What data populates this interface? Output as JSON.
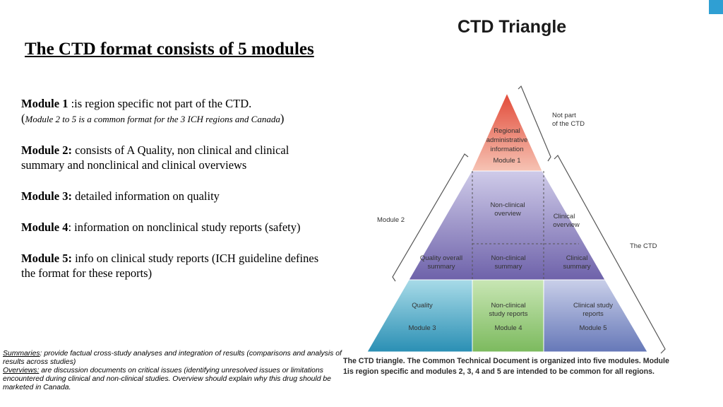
{
  "slide_title": "The CTD format consists of 5 modules",
  "modules": [
    {
      "label": "Module 1",
      "text": " :is region specific not part of the CTD."
    },
    {
      "note": "Module 2 to 5 is a common format for the 3 ICH regions and Canada"
    },
    {
      "label": "Module 2:",
      "text": " consists of  A Quality, non clinical and clinical",
      "text2": "summary and nonclinical and clinical overviews"
    },
    {
      "label": "Module 3:",
      "text": " detailed information on quality"
    },
    {
      "label": "Module 4",
      "text": ": information on nonclinical study reports (safety)"
    },
    {
      "label": "Module 5:",
      "text": " info on clinical study reports (ICH guideline defines",
      "text2": "the format for these reports)"
    }
  ],
  "footnotes": {
    "summaries_term": "Summaries",
    "summaries_text": ": provide factual cross-study analyses and integration of results (comparisons and analysis of results across studies)",
    "overviews_term": "Overviews:",
    "overviews_text": " are discussion documents on critical issues (identifying unresolved issues or limitations encountered during clinical and non-clinical studies. Overview should explain why this drug should be marketed in Canada."
  },
  "diagram": {
    "heading": "CTD Triangle",
    "regional": [
      "Regional",
      "administrative",
      "information",
      "Module 1"
    ],
    "not_part": [
      "Not part",
      "of the CTD"
    ],
    "module2_label": "Module 2",
    "the_ctd_label": "The CTD",
    "nc_overview": [
      "Non-clinical",
      "overview"
    ],
    "clin_overview": [
      "Clinical",
      "overview"
    ],
    "quality_summary": [
      "Quality overall",
      "summary"
    ],
    "nc_summary": [
      "Non-clinical",
      "summary"
    ],
    "clin_summary": [
      "Clinical",
      "summary"
    ],
    "quality": "Quality",
    "module3": "Module 3",
    "nc_reports": [
      "Non-clinical",
      "study reports"
    ],
    "module4": "Module 4",
    "clin_reports": [
      "Clinical study",
      "reports"
    ],
    "module5": "Module 5",
    "caption": "The CTD triangle. The Common Technical Document is organized into five modules. Module 1is region specific and modules 2, 3, 4 and 5 are intended to be common for all regions.",
    "colors": {
      "module1": "#e8735a",
      "module2": "#a39ad0",
      "module3": "#5fb0c8",
      "module4": "#9fcf8a",
      "module5": "#8d99cc"
    }
  }
}
